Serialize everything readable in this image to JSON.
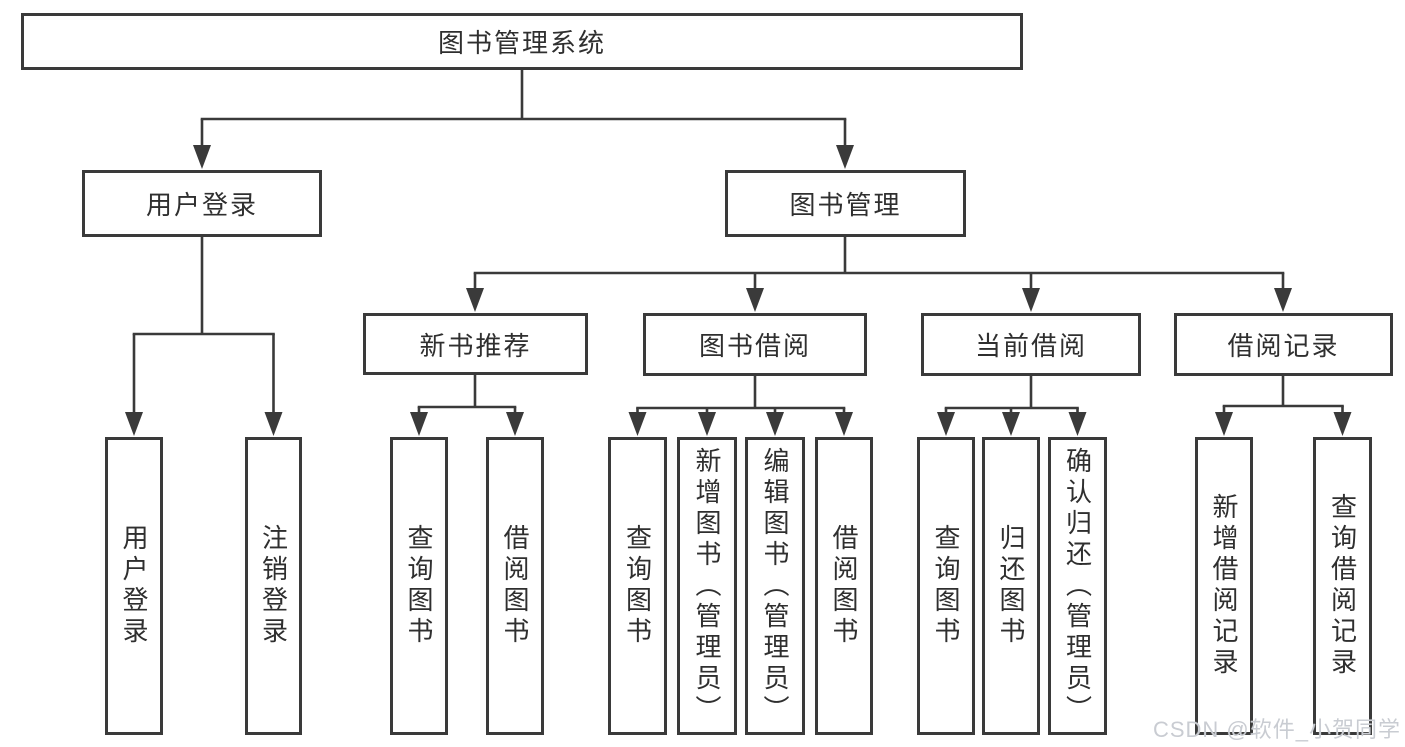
{
  "diagram": {
    "title": "图书管理系统",
    "tree": {
      "label": "图书管理系统",
      "children": [
        {
          "label": "用户登录",
          "children": [
            {
              "label": "用户登录"
            },
            {
              "label": "注销登录"
            }
          ]
        },
        {
          "label": "图书管理",
          "children": [
            {
              "label": "新书推荐",
              "children": [
                {
                  "label": "查询图书"
                },
                {
                  "label": "借阅图书"
                }
              ]
            },
            {
              "label": "图书借阅",
              "children": [
                {
                  "label": "查询图书"
                },
                {
                  "label": "新增图书（管理员）"
                },
                {
                  "label": "编辑图书（管理员）"
                },
                {
                  "label": "借阅图书"
                }
              ]
            },
            {
              "label": "当前借阅",
              "children": [
                {
                  "label": "查询图书"
                },
                {
                  "label": "归还图书"
                },
                {
                  "label": "确认归还（管理员）"
                }
              ]
            },
            {
              "label": "借阅记录",
              "children": [
                {
                  "label": "新增借阅记录"
                },
                {
                  "label": "查询借阅记录"
                }
              ]
            }
          ]
        }
      ]
    },
    "colors": {
      "line": "#3a3a3a",
      "text": "#2f2f2f",
      "box_background": "#ffffff",
      "watermark": "#c9ccd2"
    }
  },
  "watermark": {
    "text": "CSDN @软件_小贺同学"
  }
}
